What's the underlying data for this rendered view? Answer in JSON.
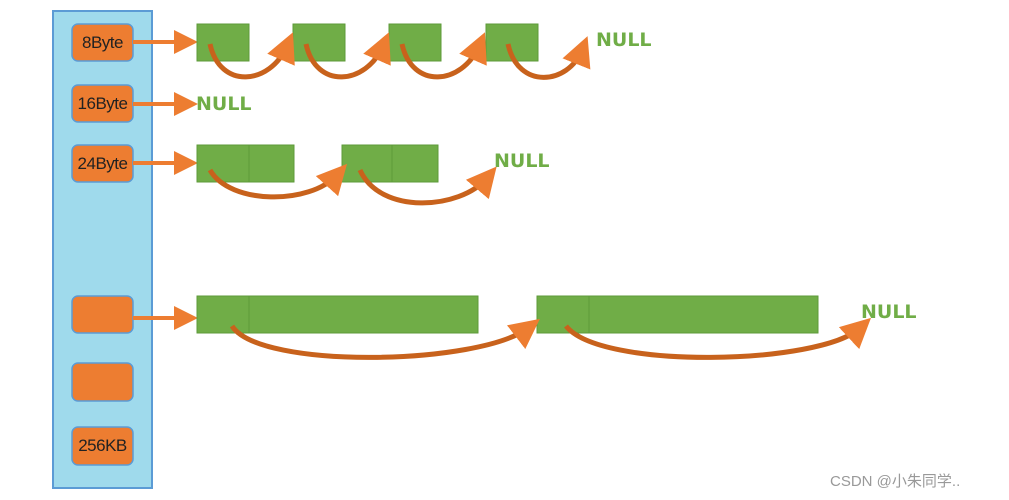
{
  "size_classes": [
    "8Byte",
    "16Byte",
    "24Byte",
    "",
    "",
    "256KB"
  ],
  "null_label": "NULL",
  "watermark": "CSDN @小朱同学..",
  "colors": {
    "panel": "#9fdaec",
    "panel_border": "#5b9bd5",
    "box": "#ed7d31",
    "block": "#70ad47",
    "arrow": "#c55a11"
  }
}
